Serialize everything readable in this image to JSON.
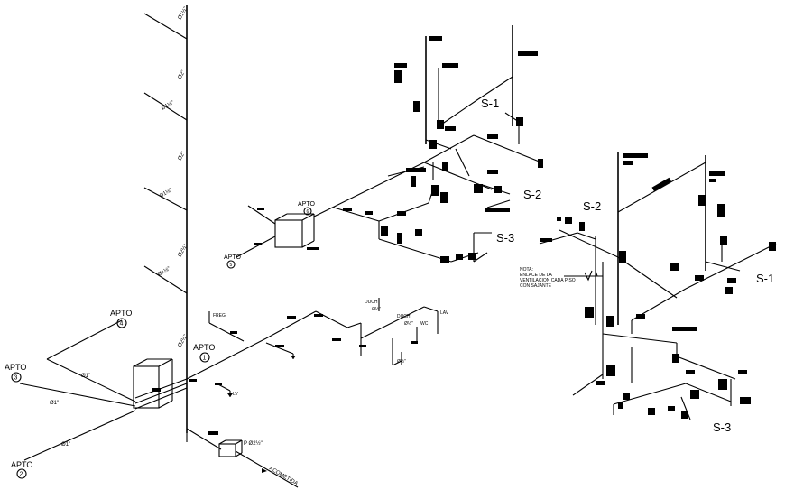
{
  "apartments": [
    {
      "label": "APTO",
      "number": "1"
    },
    {
      "label": "APTO",
      "number": "2"
    },
    {
      "label": "APTO",
      "number": "3"
    },
    {
      "label": "APTO",
      "number": "4"
    },
    {
      "label": "APTO",
      "number": "5"
    },
    {
      "label": "APTO",
      "number": "6"
    }
  ],
  "stacks": {
    "upper_s1": "S-1",
    "upper_s2": "S-2",
    "upper_s3": "S-3",
    "right_s2": "S-2",
    "right_s1": "S-1",
    "right_s3": "S-3"
  },
  "fixtures": {
    "duch_a": "DUCH",
    "duch_b": "DUCH",
    "lav_a": "LAV",
    "lav_b": "LV",
    "wc": "WC",
    "fregadero": "FREG"
  },
  "pipe_sizes": {
    "riser": [
      "Ø1½\"",
      "Ø2\"",
      "Ø1½\"",
      "Ø2\"",
      "Ø1½\"",
      "Ø2½\"",
      "Ø1½\"",
      "Ø2½\""
    ],
    "meter": "P Ø2½\"",
    "duch_size_a": "Ø½\"",
    "duch_size_b": "Ø½\"",
    "branch_a": "Ø1\"",
    "branch_b": "Ø½\"",
    "main_a": "Ø1\"",
    "main_b": "Ø1\""
  },
  "acometida": "ACOMETIDA",
  "note": {
    "line1": "NOTA:",
    "line2": "ENLACE DE LA",
    "line3": "VENTILACION CADA PISO",
    "line4": "CON SAJANTE"
  }
}
